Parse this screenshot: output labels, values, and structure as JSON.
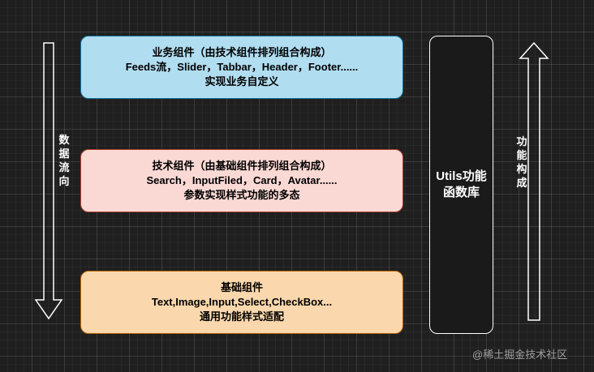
{
  "diagram": {
    "layers": {
      "business": {
        "line1": "业务组件（由技术组件排列组合构成）",
        "line2": "Feeds流，Slider，Tabbar，Header，Footer......",
        "line3": "实现业务自定义",
        "fill": "#b1ddf0",
        "stroke": "#10739e"
      },
      "technical": {
        "line1": "技术组件（由基础组件排列组合构成）",
        "line2": "Search，InputFiled，Card，Avatar......",
        "line3": "参数实现样式功能的多态",
        "fill": "#fad9d5",
        "stroke": "#ae4132"
      },
      "base": {
        "line1": "基础组件",
        "line2": "Text,Image,Input,Select,CheckBox...",
        "line3": "通用功能样式适配",
        "fill": "#fad7ac",
        "stroke": "#b46504"
      }
    },
    "utils": {
      "line1": "Utils功能",
      "line2": "函数库"
    },
    "data_flow_label": "数据流向",
    "composition_label": "功能构成",
    "watermark": "@稀土掘金技术社区",
    "arrow_icons": {
      "left": "down-arrow-icon",
      "right": "up-arrow-icon"
    },
    "colors": {
      "background": "#1f1f1f",
      "arrow_stroke": "#ffffff",
      "text_dark": "#000000",
      "text_light": "#ffffff"
    }
  }
}
